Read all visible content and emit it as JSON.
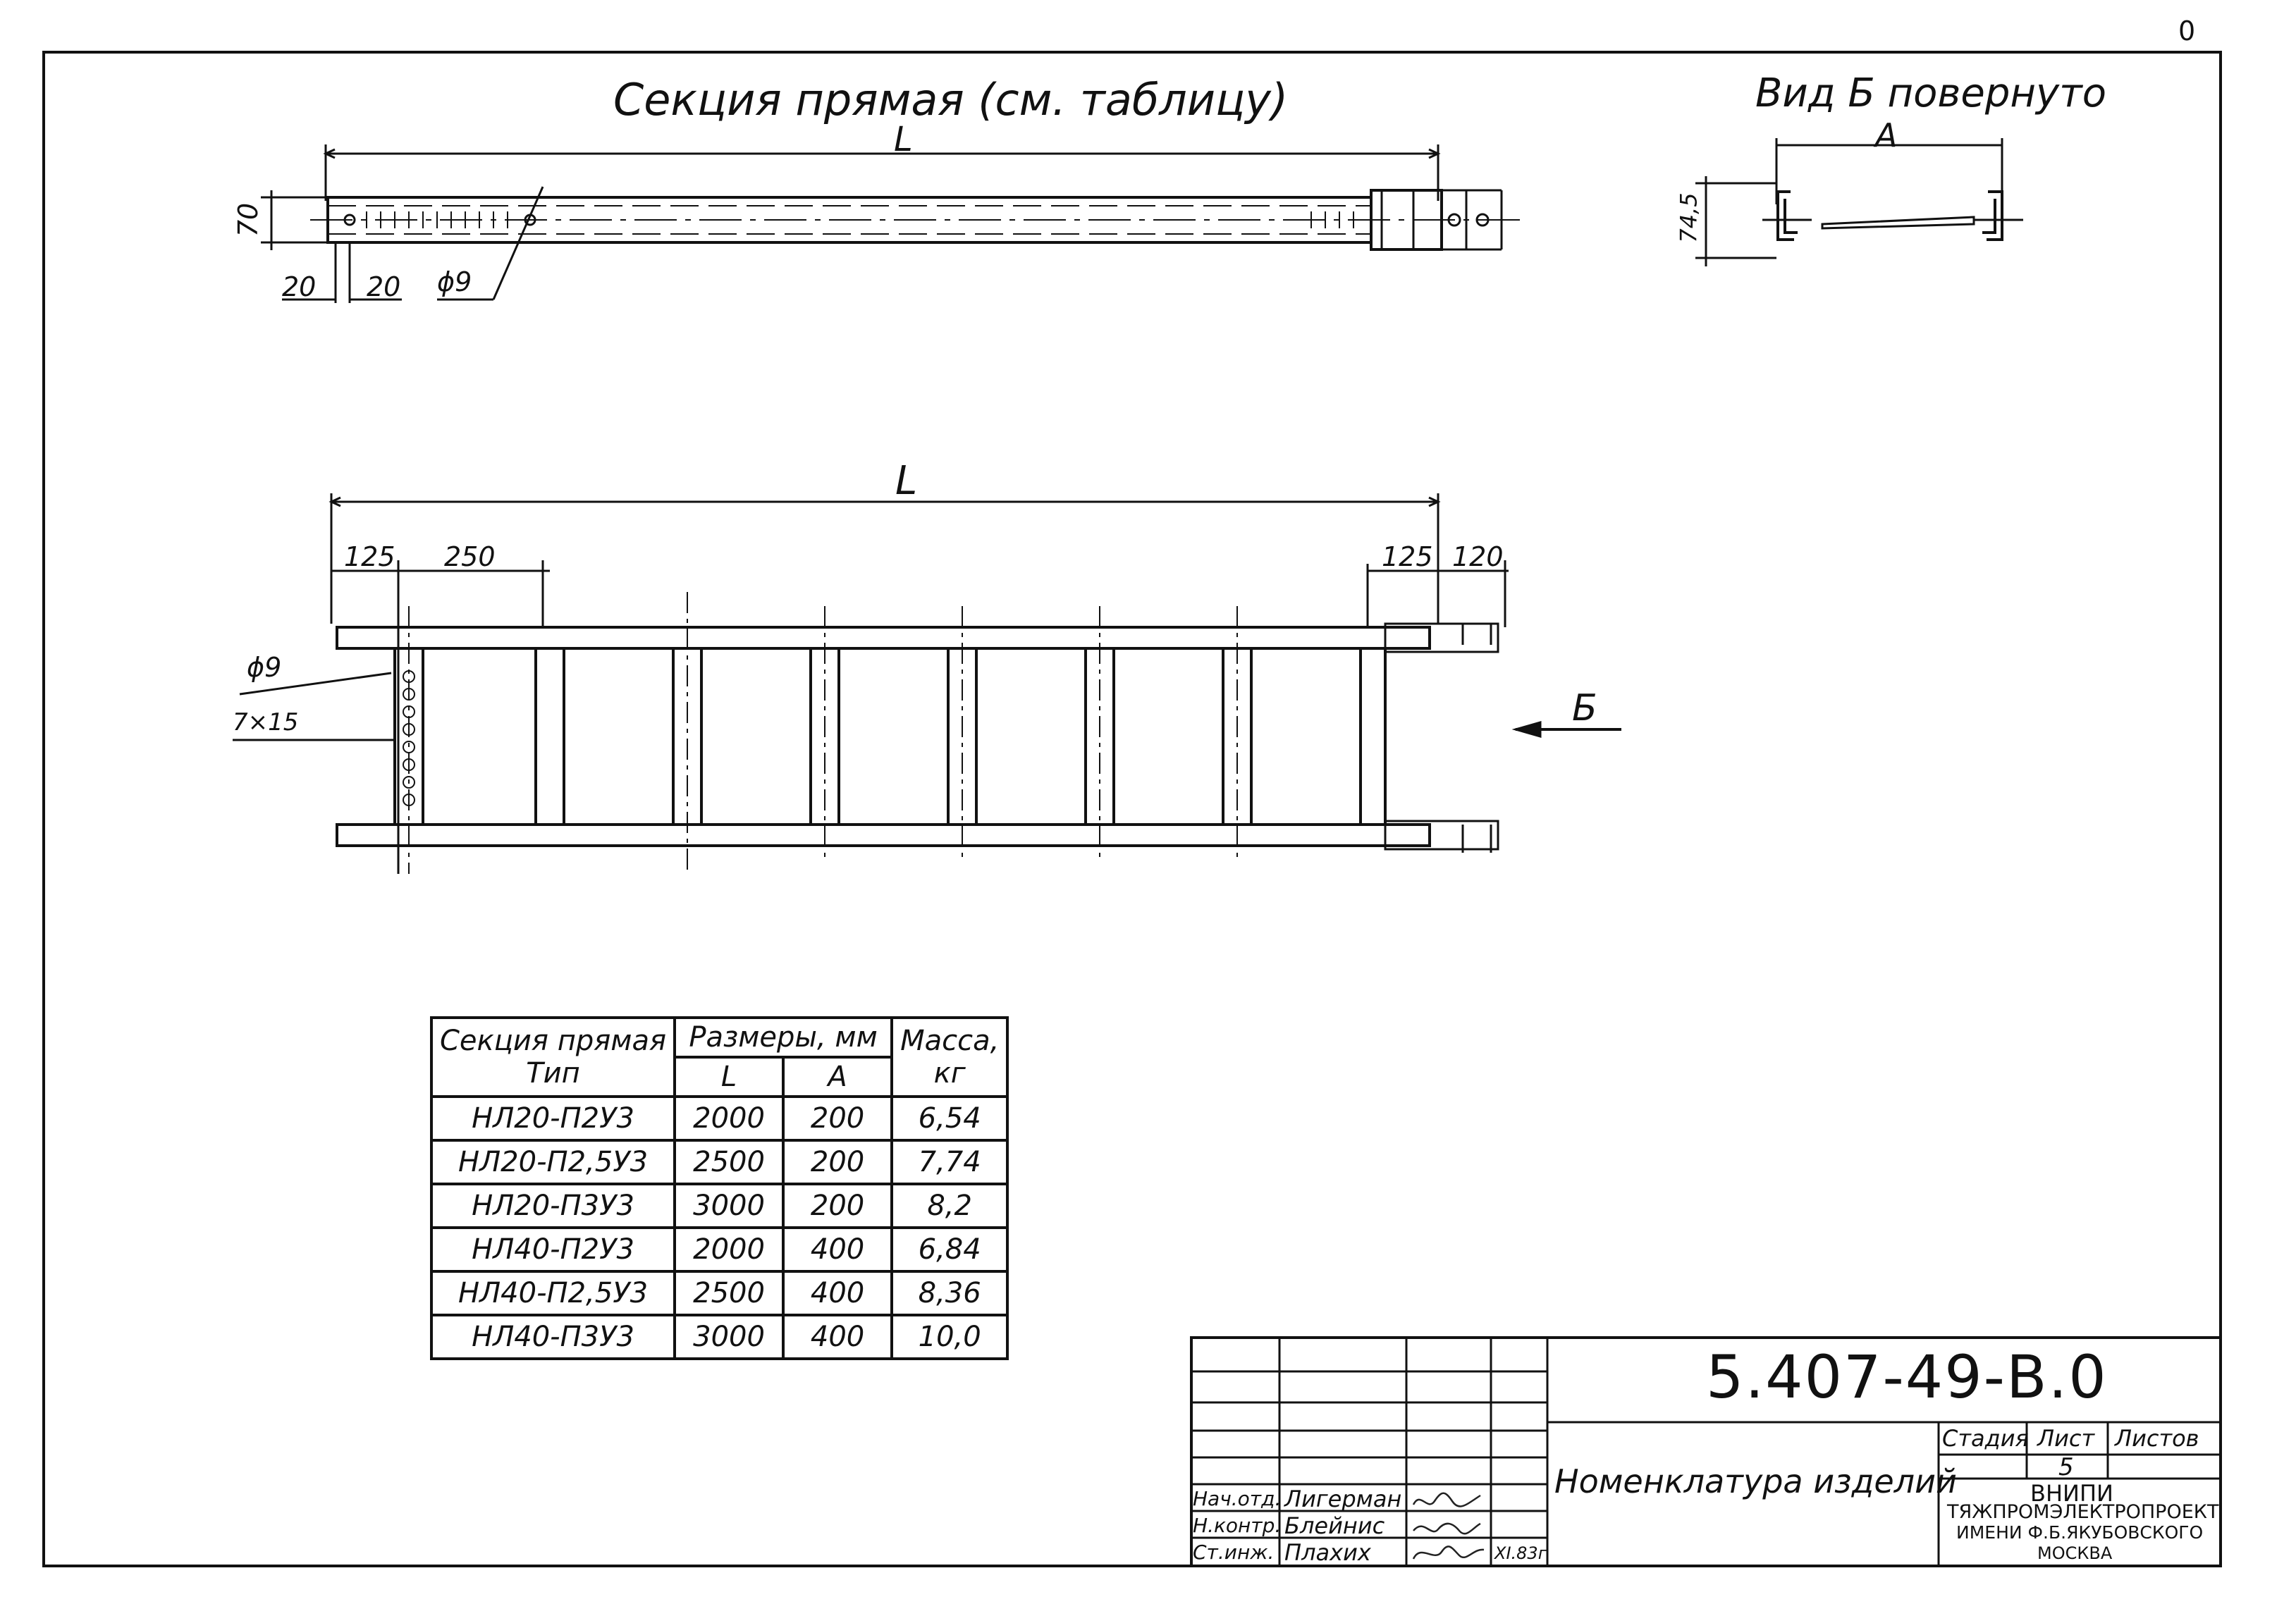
{
  "drawing": {
    "top_view_title": "Секция прямая (см. таблицу)",
    "side_view_title": "Вид Б повернуто",
    "dims_top": {
      "length": "L",
      "height": "70",
      "off1": "20",
      "off2": "20",
      "hole": "ϕ9"
    },
    "dims_side": {
      "width": "A",
      "height": "74,5"
    },
    "dims_plan": {
      "length": "L",
      "d125a": "125",
      "d250": "250",
      "d125b": "125",
      "d120": "120",
      "hole": "ϕ9",
      "slot": "7×15",
      "view_arrow": "Б"
    }
  },
  "table": {
    "col_type_h1": "Секция прямая",
    "col_type_h2": "Тип",
    "col_dims": "Размеры, мм",
    "col_L": "L",
    "col_A": "A",
    "col_mass_h1": "Масса,",
    "col_mass_h2": "кг",
    "rows": [
      {
        "type": "НЛ20-П2У3",
        "L": "2000",
        "A": "200",
        "mass": "6,54"
      },
      {
        "type": "НЛ20-П2,5У3",
        "L": "2500",
        "A": "200",
        "mass": "7,74"
      },
      {
        "type": "НЛ20-П3У3",
        "L": "3000",
        "A": "200",
        "mass": "8,2"
      },
      {
        "type": "НЛ40-П2У3",
        "L": "2000",
        "A": "400",
        "mass": "6,84"
      },
      {
        "type": "НЛ40-П2,5У3",
        "L": "2500",
        "A": "400",
        "mass": "8,36"
      },
      {
        "type": "НЛ40-П3У3",
        "L": "3000",
        "A": "400",
        "mass": "10,0"
      }
    ]
  },
  "stamp": {
    "code": "5.407-49-В.0",
    "name": "Номенклатура изделий",
    "stage_h": "Стадия",
    "sheet_h": "Лист",
    "sheets_h": "Листов",
    "sheet": "5",
    "org1": "ВНИПИ",
    "org2": "ТЯЖПРОМЭЛЕКТРОПРОЕКТ",
    "org3": "ИМЕНИ Ф.Б.ЯКУБОВСКОГО",
    "org4": "МОСКВА",
    "roles": [
      {
        "role": "Нач.отд.",
        "name": "Лигерман"
      },
      {
        "role": "Н.контр.",
        "name": "Блейнис"
      },
      {
        "role": "Ст.инж.",
        "name": "Плахих"
      }
    ],
    "date": "XI.83г"
  },
  "corner_mark": "0"
}
